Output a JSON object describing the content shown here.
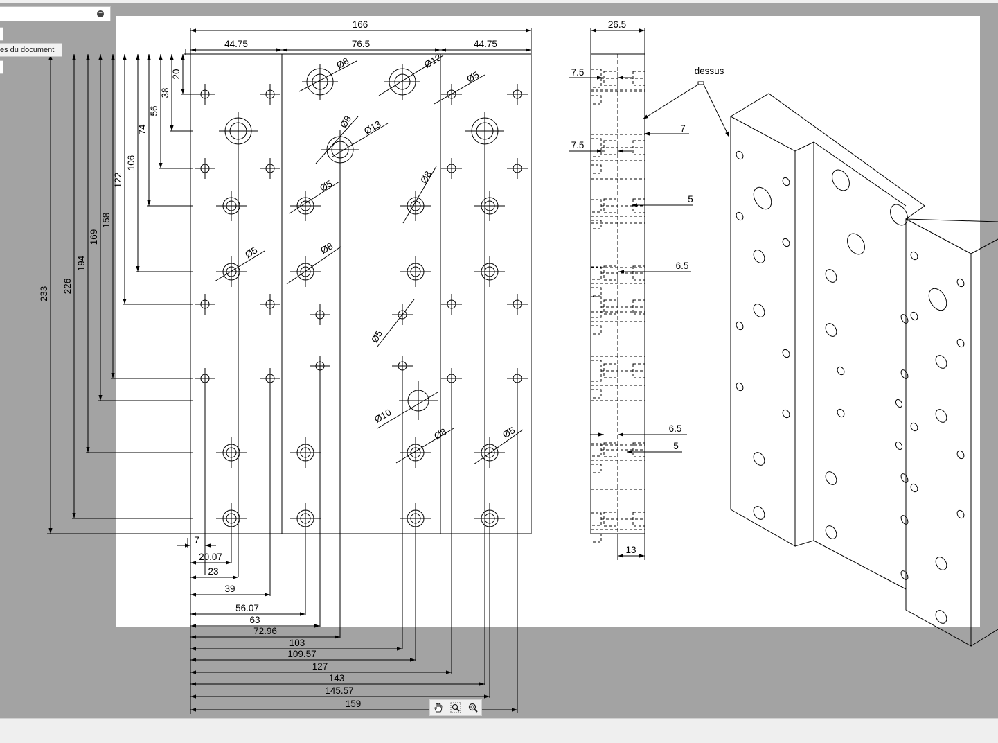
{
  "panel": {
    "tab_label": "es du document"
  },
  "front_view": {
    "top_dims": [
      "166",
      "44.75",
      "76.5",
      "44.75"
    ],
    "left_dims": [
      "20",
      "38",
      "56",
      "74",
      "106",
      "122",
      "158",
      "169",
      "194",
      "226",
      "233"
    ],
    "bottom_dims": [
      "7",
      "20.07",
      "23",
      "39",
      "56.07",
      "63",
      "72.96",
      "103",
      "109.57",
      "127",
      "143",
      "145.57",
      "159"
    ],
    "hole_callouts": [
      "Ø8",
      "Ø13",
      "Ø5",
      "Ø8",
      "Ø13",
      "Ø5",
      "Ø8",
      "Ø5",
      "Ø8",
      "Ø5",
      "Ø10",
      "Ø8",
      "Ø5"
    ]
  },
  "side_view": {
    "width_dim": "26.5",
    "bottom_dim": "13",
    "depth_dims": [
      "7.5",
      "7.5",
      "7",
      "5",
      "6.5",
      "6.5",
      "5"
    ]
  },
  "iso_view": {
    "label": "dessus"
  },
  "toolbar": {
    "icons": [
      "hand-pan-icon",
      "zoom-icon",
      "zoom-fit-icon"
    ]
  }
}
